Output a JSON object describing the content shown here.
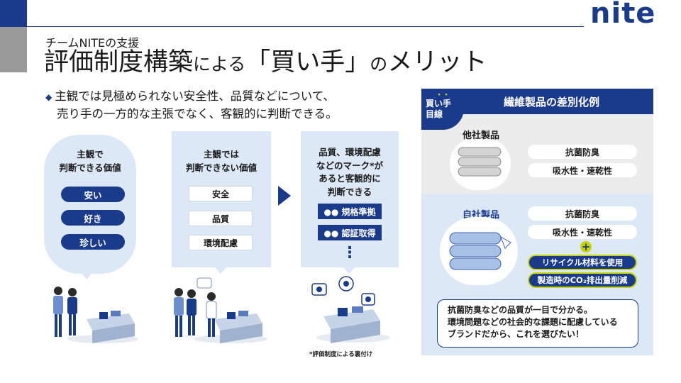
{
  "logo": "nite",
  "header": {
    "subtitle": "チームNITEの支援",
    "title_part1": "評価制度構築",
    "title_part2": "による",
    "title_part3": "「買い手」",
    "title_part4": "の",
    "title_part5": "メリット"
  },
  "bullet": {
    "line1": "主観では見極められない安全性、品質などについて、",
    "line2": "売り手の一方的な主張でなく、客観的に判断できる。"
  },
  "panel1": {
    "title_line1": "主観で",
    "title_line2": "判断できる価値",
    "items": [
      "安い",
      "好き",
      "珍しい"
    ]
  },
  "panel2": {
    "title_line1": "主観では",
    "title_line2": "判断できない価値",
    "items": [
      "安全",
      "品質",
      "環境配慮"
    ]
  },
  "panel3": {
    "title_lines": [
      "品質、環境配慮",
      "などのマーク*が",
      "あると客観的に",
      "判断できる"
    ],
    "items": [
      "●● 規格準拠",
      "●● 認証取得"
    ],
    "dots": "⋮"
  },
  "footnote": "*評価制度による裏付け",
  "comparison": {
    "badge_dots": "・・",
    "badge_line1": "買い手",
    "badge_line2": "目線",
    "header": "繊維製品の差別化例",
    "other": {
      "label": "他社製品",
      "tags": [
        "抗菌防臭",
        "吸水性・速乾性"
      ]
    },
    "own": {
      "label": "自社製品",
      "tags": [
        "抗菌防臭",
        "吸水性・速乾性"
      ],
      "plus": "+",
      "extra_tags": [
        "リサイクル材料を使用",
        "製造時のCO₂排出量削減"
      ]
    },
    "speech": [
      "抗菌防臭などの品質が一目で分かる。",
      "環境問題などの社会的な課題に配慮している",
      "ブランドだから、これを選びたい！"
    ]
  },
  "colors": {
    "navy": "#1a3a8c",
    "light_blue": "#dce8f6",
    "lime": "#c8d400",
    "gray": "#ececec"
  }
}
